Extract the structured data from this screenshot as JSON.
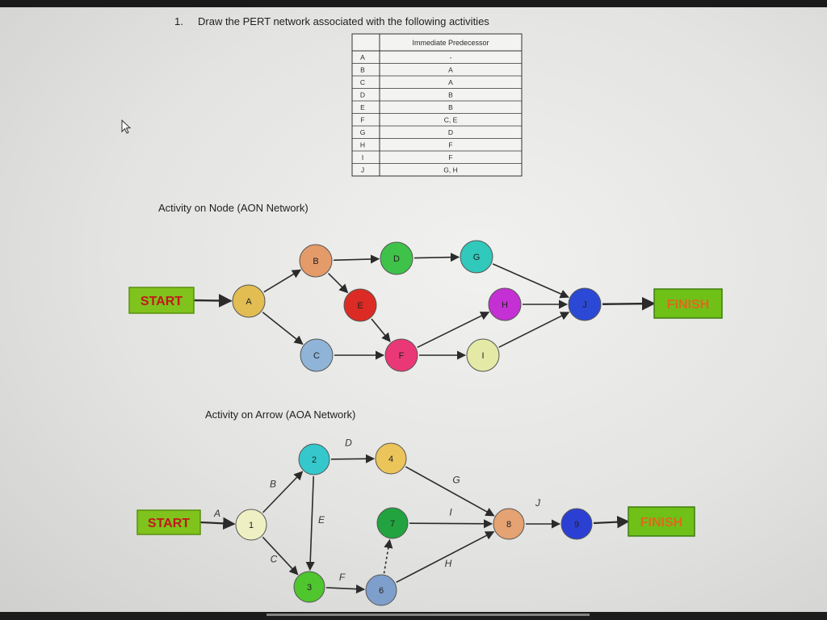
{
  "colors": {
    "start_fill": "#7fc31c",
    "start_text": "#c2181a",
    "finish_fill": "#6fc017",
    "finish_text": "#e1681c",
    "edge": "#2b2b2b"
  },
  "question": {
    "number": "1.",
    "text": "Draw the PERT network associated with the following activities"
  },
  "table": {
    "header": "Immediate Predecessor",
    "rows": [
      {
        "activity": "A",
        "predecessor": "-"
      },
      {
        "activity": "B",
        "predecessor": "A"
      },
      {
        "activity": "C",
        "predecessor": "A"
      },
      {
        "activity": "D",
        "predecessor": "B"
      },
      {
        "activity": "E",
        "predecessor": "B"
      },
      {
        "activity": "F",
        "predecessor": "C, E"
      },
      {
        "activity": "G",
        "predecessor": "D"
      },
      {
        "activity": "H",
        "predecessor": "F"
      },
      {
        "activity": "I",
        "predecessor": "F"
      },
      {
        "activity": "J",
        "predecessor": "G, H"
      }
    ]
  },
  "aon": {
    "title": "Activity on Node (AON Network)",
    "start_label": "START",
    "finish_label": "FINISH",
    "nodes": [
      {
        "id": "A",
        "label": "A",
        "color": "#e1bd52"
      },
      {
        "id": "B",
        "label": "B",
        "color": "#e59a6a"
      },
      {
        "id": "C",
        "label": "C",
        "color": "#8fb4d8"
      },
      {
        "id": "D",
        "label": "D",
        "color": "#3fc24a"
      },
      {
        "id": "E",
        "label": "E",
        "color": "#db2b24"
      },
      {
        "id": "F",
        "label": "F",
        "color": "#ea3877"
      },
      {
        "id": "G",
        "label": "G",
        "color": "#30c9bc"
      },
      {
        "id": "H",
        "label": "H",
        "color": "#c530d4"
      },
      {
        "id": "I",
        "label": "I",
        "color": "#e4e9a6"
      },
      {
        "id": "J",
        "label": "J",
        "color": "#2c49d6"
      }
    ],
    "edges": [
      {
        "from": "START",
        "to": "A"
      },
      {
        "from": "A",
        "to": "B"
      },
      {
        "from": "A",
        "to": "C"
      },
      {
        "from": "B",
        "to": "D"
      },
      {
        "from": "B",
        "to": "E"
      },
      {
        "from": "C",
        "to": "F"
      },
      {
        "from": "E",
        "to": "F"
      },
      {
        "from": "D",
        "to": "G"
      },
      {
        "from": "F",
        "to": "H"
      },
      {
        "from": "F",
        "to": "I"
      },
      {
        "from": "G",
        "to": "J"
      },
      {
        "from": "H",
        "to": "J"
      },
      {
        "from": "I",
        "to": "J"
      },
      {
        "from": "J",
        "to": "FINISH"
      }
    ]
  },
  "aoa": {
    "title": "Activity on Arrow (AOA Network)",
    "start_label": "START",
    "finish_label": "FINISH",
    "nodes": [
      {
        "id": "1",
        "label": "1",
        "color": "#eef0c3"
      },
      {
        "id": "2",
        "label": "2",
        "color": "#34c8cc"
      },
      {
        "id": "3",
        "label": "3",
        "color": "#4fc52e"
      },
      {
        "id": "4",
        "label": "4",
        "color": "#ebc559"
      },
      {
        "id": "6",
        "label": "6",
        "color": "#7e9fcc"
      },
      {
        "id": "7",
        "label": "7",
        "color": "#22a340"
      },
      {
        "id": "8",
        "label": "8",
        "color": "#e5a272"
      },
      {
        "id": "9",
        "label": "9",
        "color": "#2b40d2"
      }
    ],
    "edges": [
      {
        "from": "START",
        "to": "1",
        "label": "A"
      },
      {
        "from": "1",
        "to": "2",
        "label": "B"
      },
      {
        "from": "1",
        "to": "3",
        "label": "C"
      },
      {
        "from": "2",
        "to": "4",
        "label": "D"
      },
      {
        "from": "2",
        "to": "3",
        "label": "E"
      },
      {
        "from": "3",
        "to": "6",
        "label": "F"
      },
      {
        "from": "4",
        "to": "8",
        "label": "G"
      },
      {
        "from": "6",
        "to": "8",
        "label": "H"
      },
      {
        "from": "7",
        "to": "8",
        "label": "I"
      },
      {
        "from": "6",
        "to": "7",
        "label": "",
        "dashed": true
      },
      {
        "from": "8",
        "to": "9",
        "label": "J"
      },
      {
        "from": "9",
        "to": "FINISH",
        "label": ""
      }
    ]
  }
}
